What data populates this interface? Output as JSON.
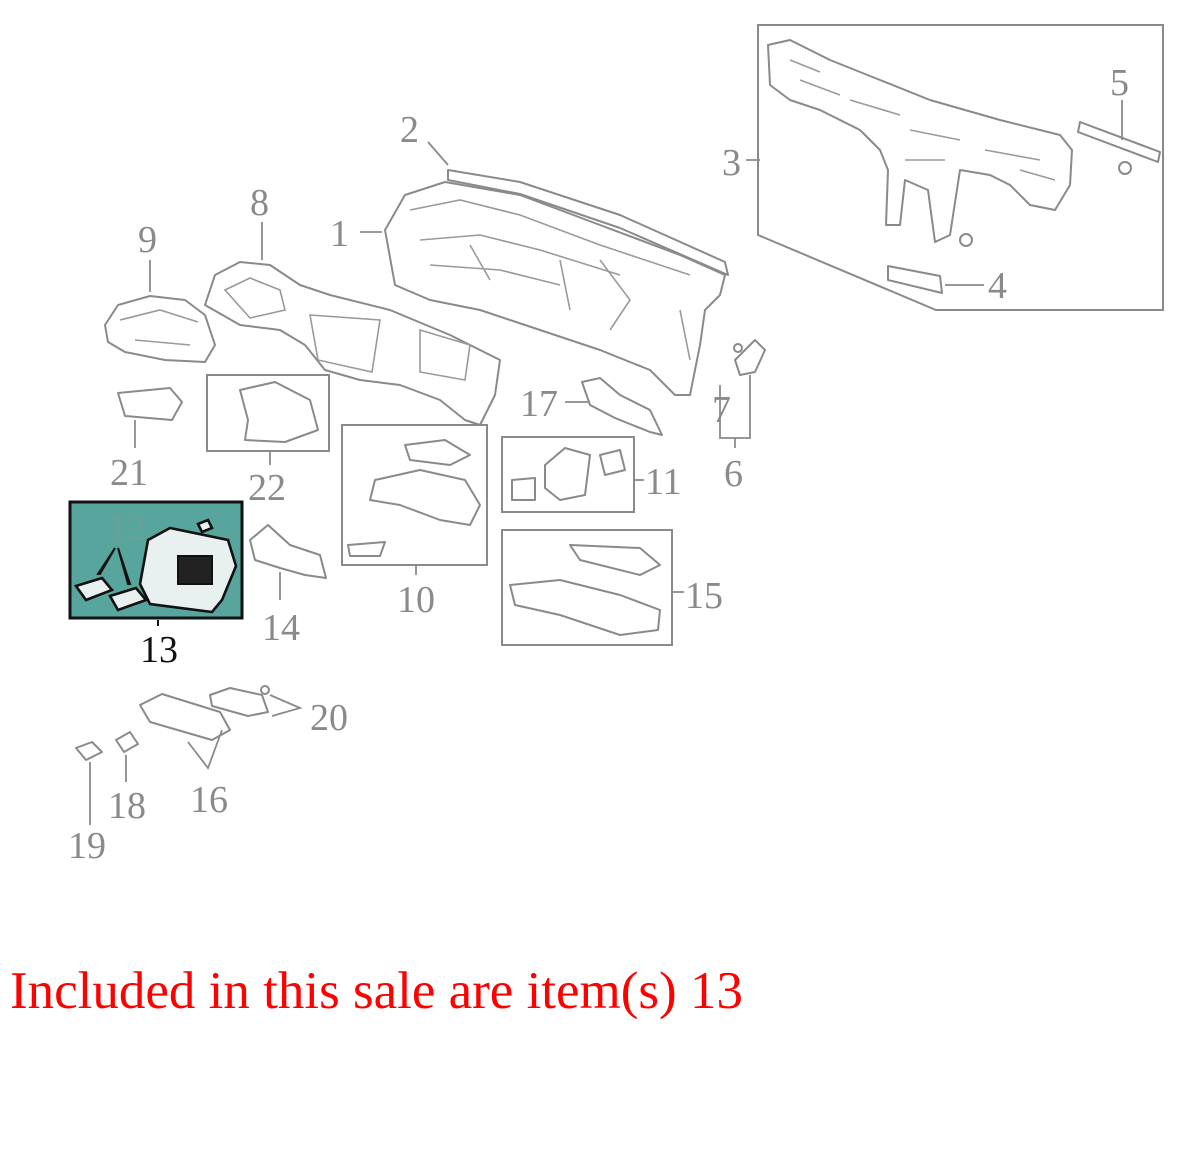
{
  "callouts": {
    "n1": "1",
    "n2": "2",
    "n3": "3",
    "n4": "4",
    "n5": "5",
    "n6": "6",
    "n7": "7",
    "n8": "8",
    "n9": "9",
    "n10": "10",
    "n11": "11",
    "n12": "12",
    "n13": "13",
    "n14": "14",
    "n15": "15",
    "n16": "16",
    "n17": "17",
    "n18": "18",
    "n19": "19",
    "n20": "20",
    "n21": "21",
    "n22": "22"
  },
  "highlighted_item": "13",
  "colors": {
    "highlight_fill": "#58a59d",
    "note_color": "#ff0000",
    "line_gray": "#8a8a8a"
  },
  "note": "Included in this sale are item(s) 13"
}
